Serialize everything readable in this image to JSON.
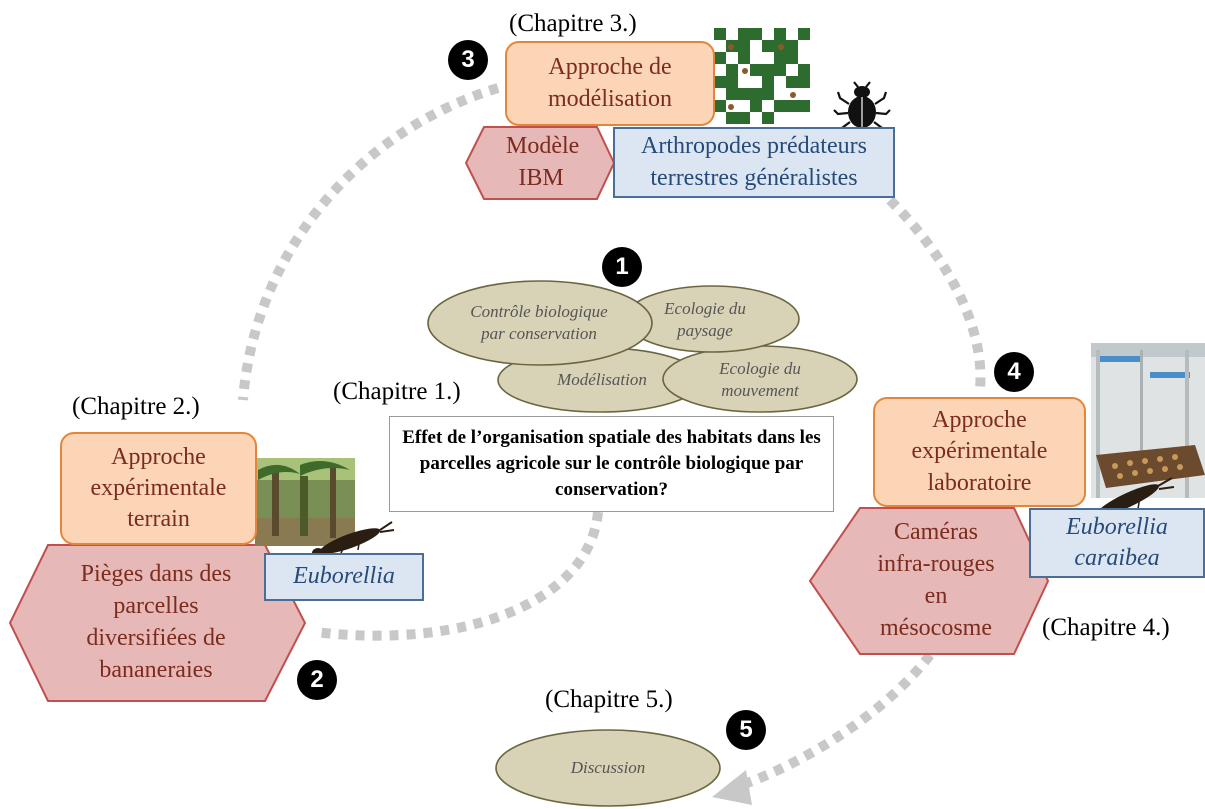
{
  "chapters": {
    "ch1": "(Chapitre 1.)",
    "ch2": "(Chapitre 2.)",
    "ch3": "(Chapitre 3.)",
    "ch4": "(Chapitre 4.)",
    "ch5": "(Chapitre 5.)"
  },
  "badges": [
    "1",
    "2",
    "3",
    "4",
    "5"
  ],
  "center": {
    "ellipses": {
      "controle": "Contrôle biologique par conservation",
      "paysage": "Ecologie du paysage",
      "modelisation": "Modélisation",
      "mouvement": "Ecologie du mouvement"
    },
    "question": "Effet de l’organisation spatiale des habitats dans les parcelles agricole sur le contrôle biologique par conservation?"
  },
  "top_block": {
    "approach": "Approche de modélisation",
    "method": "Modèle IBM",
    "species": "Arthropodes prédateurs terrestres généralistes"
  },
  "left_block": {
    "approach": "Approche expérimentale terrain",
    "method": "Pièges dans des parcelles diversifiées de bananeraies",
    "species": "Euborellia"
  },
  "right_block": {
    "approach": "Approche expérimentale laboratoire",
    "method": "Caméras infra-rouges en mésocosme",
    "species": "Euborellia caraibea"
  },
  "discussion": "Discussion",
  "colors": {
    "approach_fill": "#fbd5b5",
    "approach_border": "#e3863b",
    "method_fill": "#e6b8b7",
    "method_border": "#c0504d",
    "species_fill": "#dce6f2",
    "species_border": "#4a6f96",
    "ellipse_fill": "#d8d3b6",
    "ellipse_border": "#6b6640",
    "arrow": "#c8c8c8"
  },
  "icons": [
    "beetle-icon",
    "earwig-icon",
    "map-grid-image",
    "banana-field-photo",
    "mesocosm-photo"
  ]
}
